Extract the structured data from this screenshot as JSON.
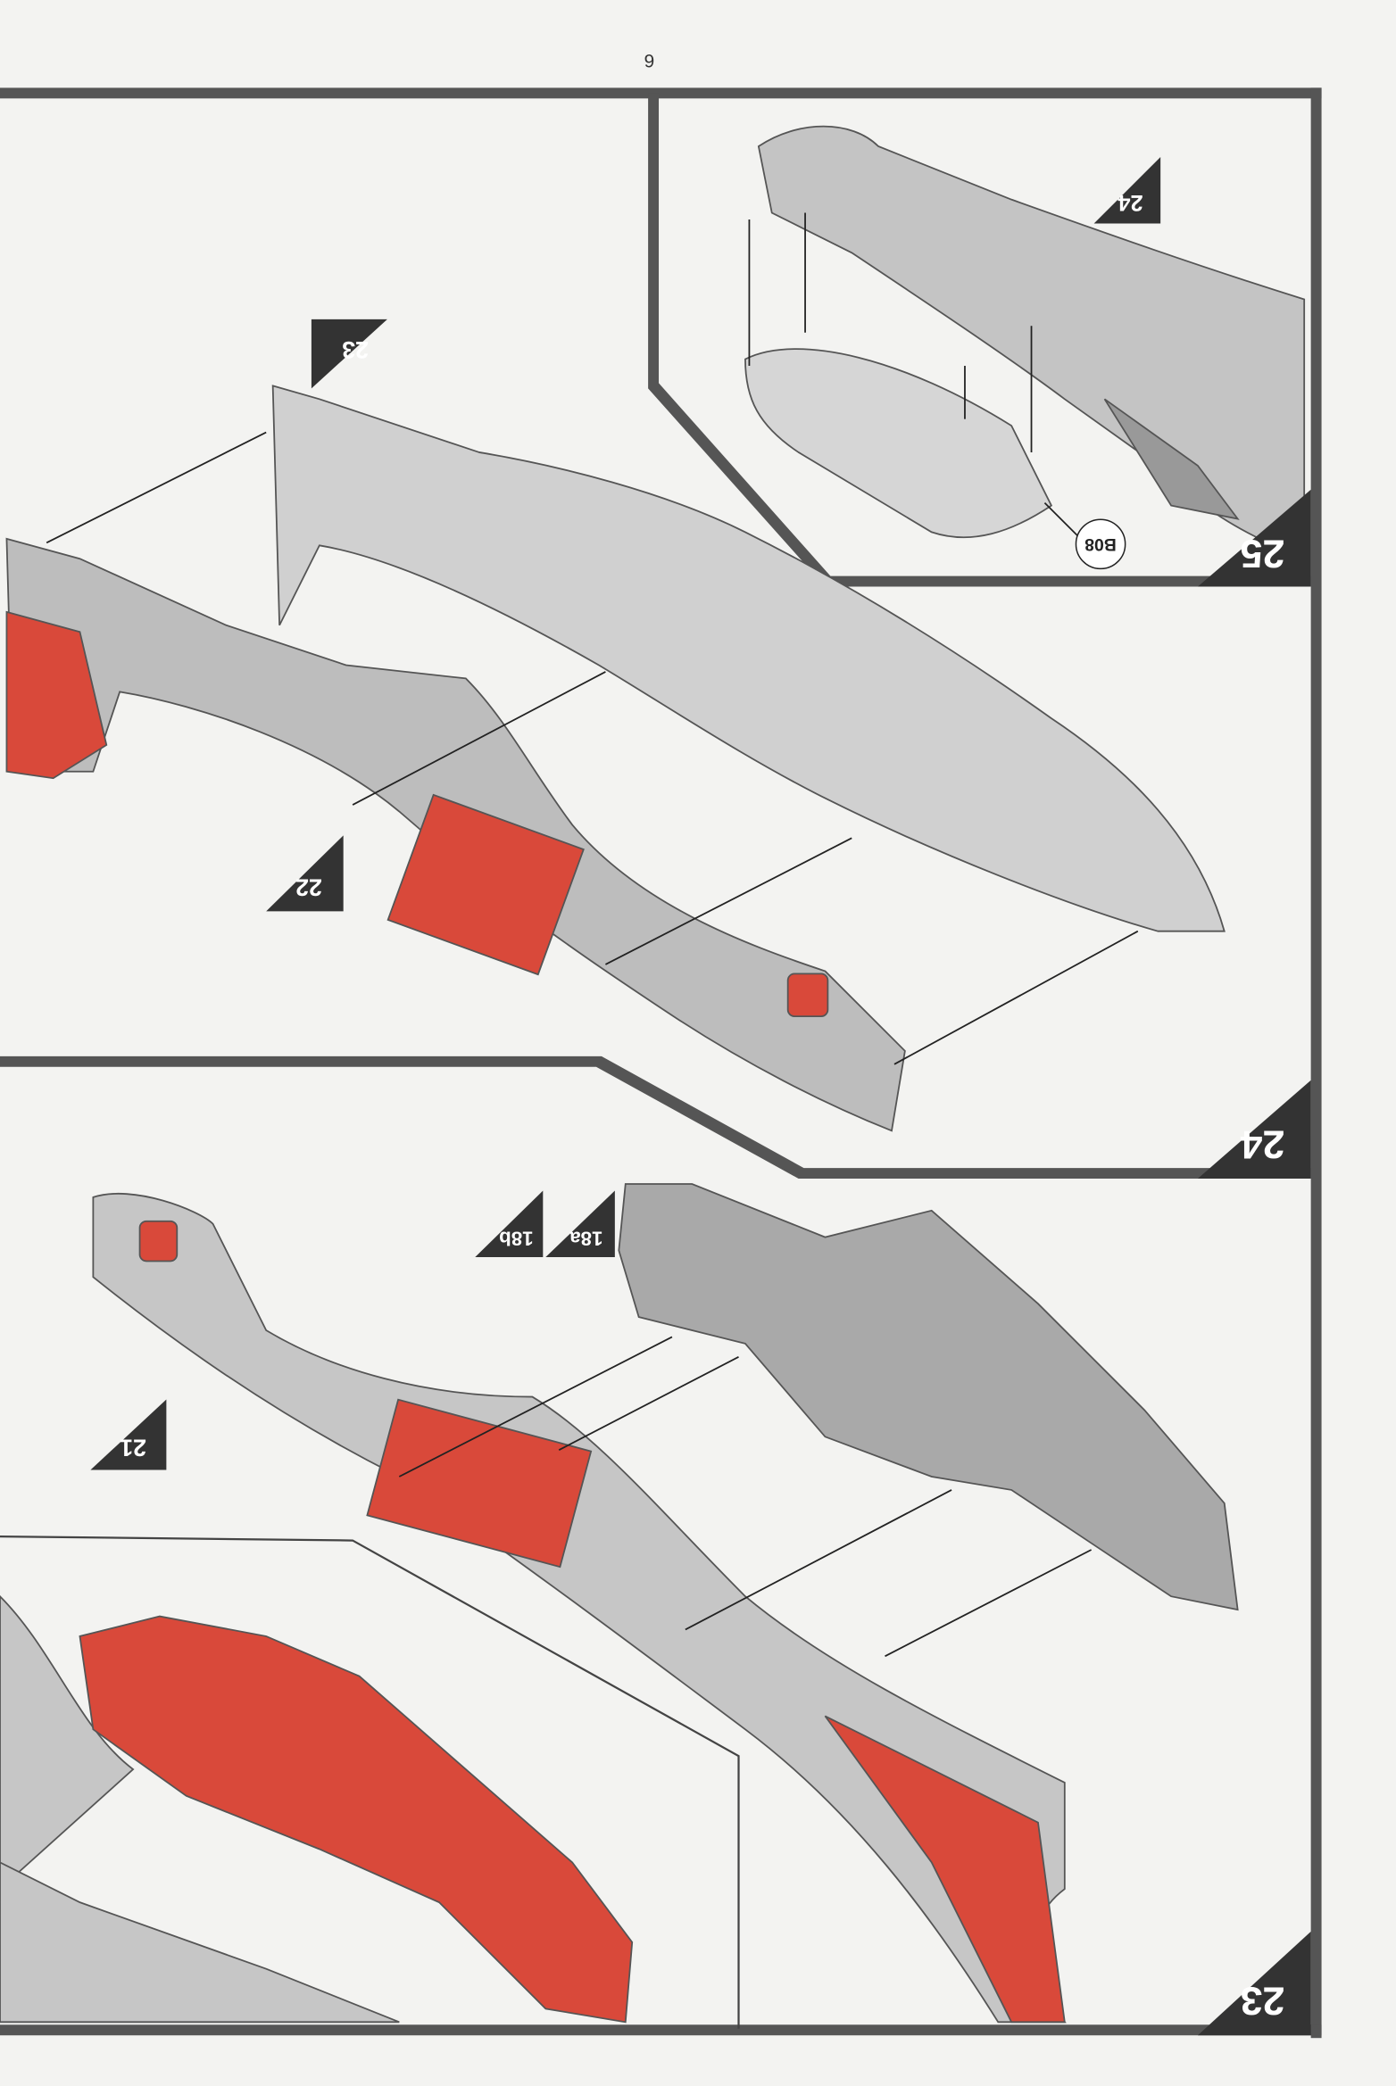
{
  "page_number": "6",
  "steps": {
    "step_25": "25",
    "step_24": "24",
    "step_23": "23"
  },
  "references": {
    "ref_24": "24",
    "ref_23": "23",
    "ref_22": "22",
    "ref_21": "21",
    "ref_18a": "18a",
    "ref_18b": "18b"
  },
  "part_callouts": {
    "b08": "B08"
  },
  "colors": {
    "frame": "#555555",
    "badge": "#333333",
    "highlight": "#d9493a",
    "part_gray": "#b9b9b9"
  }
}
